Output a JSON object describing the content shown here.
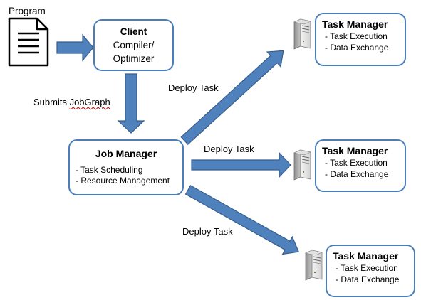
{
  "program": {
    "label": "Program"
  },
  "client": {
    "title": "Client",
    "lines": [
      "Compiler/",
      "Optimizer"
    ]
  },
  "submit_label": {
    "prefix": "Submits ",
    "underlined": "JobGraph"
  },
  "job_manager": {
    "title": "Job Manager",
    "lines": [
      "- Task Scheduling",
      "- Resource Management"
    ]
  },
  "deploy_labels": [
    "Deploy Task",
    "Deploy Task",
    "Deploy Task"
  ],
  "task_managers": [
    {
      "title": "Task Manager",
      "lines": [
        "- Task Execution",
        "- Data Exchange"
      ]
    },
    {
      "title": "Task Manager",
      "lines": [
        "- Task Execution",
        "- Data Exchange"
      ]
    },
    {
      "title": "Task Manager",
      "lines": [
        "- Task Execution",
        "- Data Exchange"
      ]
    }
  ],
  "colors": {
    "arrow_fill": "#4f81bd",
    "arrow_stroke": "#385d8a",
    "box_border": "#4a7ebb"
  }
}
